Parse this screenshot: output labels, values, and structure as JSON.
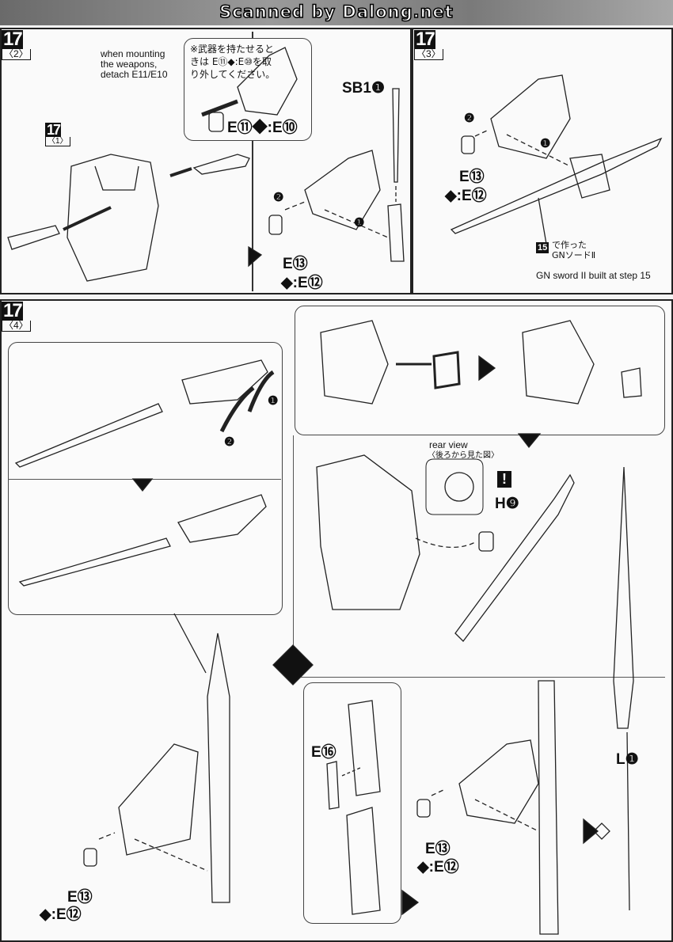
{
  "header": {
    "watermark": "Scanned by Dalong.net"
  },
  "panel_2": {
    "step": "17",
    "sub": "〈2〉",
    "note_en": "when mounting the weapons, detach E11/E10",
    "inner_step": "17",
    "inner_sub": "〈1〉",
    "callout_jp": "※武器を持たせるときは E⑪◆:E⑩を取り外してください。",
    "callout_part": "E⑪◆:E⑩",
    "part_sb": "SB1❶",
    "part_e13": "E⑬",
    "part_e12": "◆:E⑫",
    "arrow1": "❶",
    "arrow2": "❷"
  },
  "panel_3": {
    "step": "17",
    "sub": "〈3〉",
    "part_e13": "E⑬",
    "part_e12": "◆:E⑫",
    "ref_step": "15",
    "ref_jp": "で作った GNソードⅡ",
    "ref_en": "GN sword II built at step 15",
    "arrow1": "❶",
    "arrow2": "❷"
  },
  "panel_4": {
    "step": "17",
    "sub": "〈4〉",
    "arrow1": "❶",
    "arrow2": "❷",
    "rear_view_en": "rear view",
    "rear_view_jp": "〈後ろから見た図〉",
    "caution": "!",
    "part_h9": "H❾",
    "part_l1": "L❶",
    "part_e16": "E⑯",
    "part_e13a": "E⑬",
    "part_e12a": "◆:E⑫",
    "part_e13b": "E⑬",
    "part_e12b": "◆:E⑫"
  }
}
